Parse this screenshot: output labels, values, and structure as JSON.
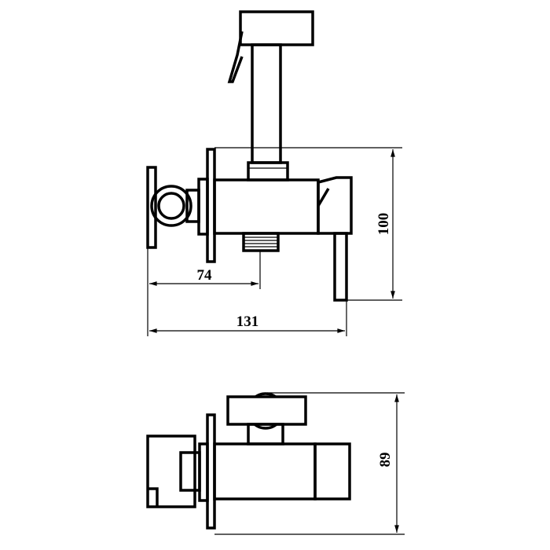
{
  "drawing": {
    "front_view": {
      "dimension_74": "74",
      "dimension_131": "131",
      "dimension_100": "100"
    },
    "top_view": {
      "dimension_89": "89"
    }
  }
}
